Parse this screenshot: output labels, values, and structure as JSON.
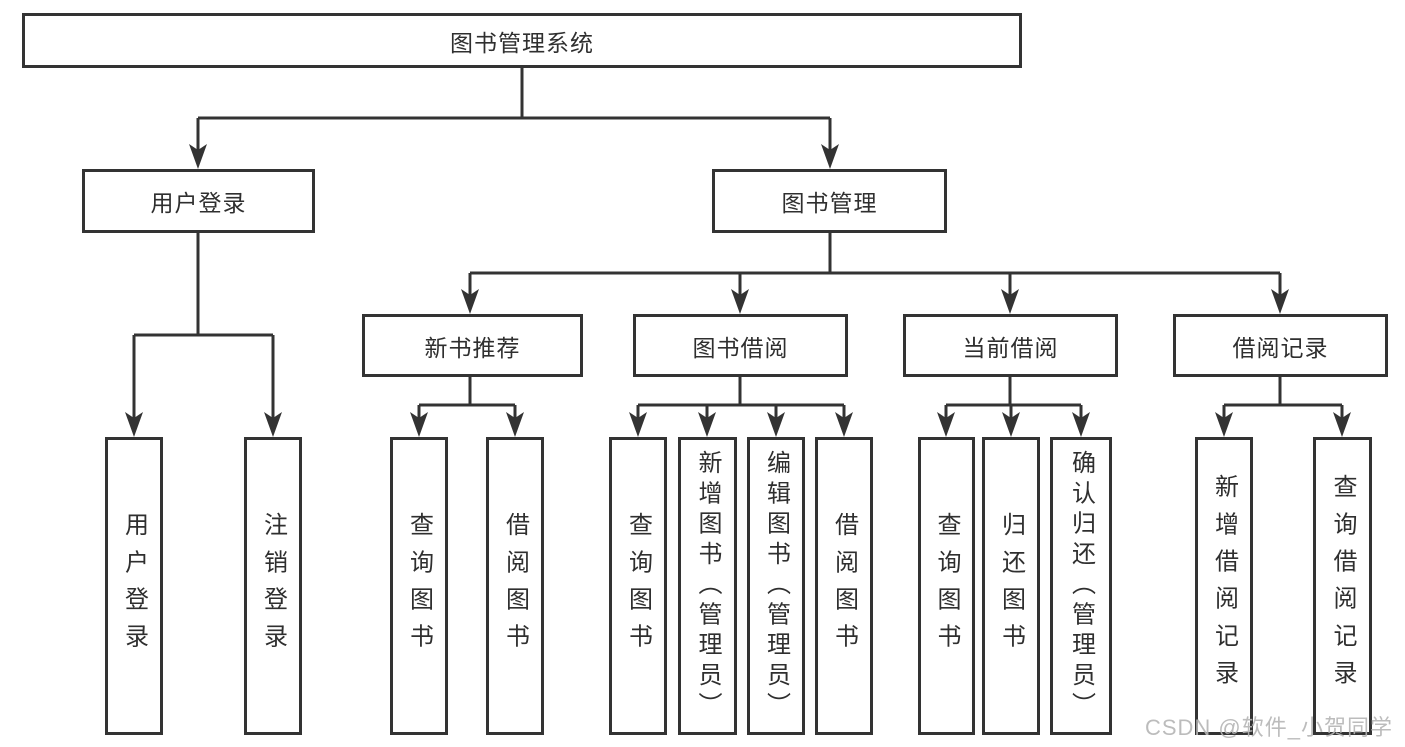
{
  "tree": {
    "label": "图书管理系统",
    "children": [
      {
        "label": "用户登录",
        "children": [
          {
            "label": "用户登录"
          },
          {
            "label": "注销登录"
          }
        ]
      },
      {
        "label": "图书管理",
        "children": [
          {
            "label": "新书推荐",
            "children": [
              {
                "label": "查询图书"
              },
              {
                "label": "借阅图书"
              }
            ]
          },
          {
            "label": "图书借阅",
            "children": [
              {
                "label": "查询图书"
              },
              {
                "label": "新增图书（管理员）"
              },
              {
                "label": "编辑图书（管理员）"
              },
              {
                "label": "借阅图书"
              }
            ]
          },
          {
            "label": "当前借阅",
            "children": [
              {
                "label": "查询图书"
              },
              {
                "label": "归还图书"
              },
              {
                "label": "确认归还（管理员）"
              }
            ]
          },
          {
            "label": "借阅记录",
            "children": [
              {
                "label": "新增借阅记录"
              },
              {
                "label": "查询借阅记录"
              }
            ]
          }
        ]
      }
    ]
  },
  "watermark": {
    "text": "CSDN @软件_小贺同学"
  },
  "colors": {
    "line": "#333333",
    "box_border": "#333333",
    "box_fill": "#ffffff",
    "text": "#2f2f2f",
    "watermark": "#b5b5b5"
  }
}
